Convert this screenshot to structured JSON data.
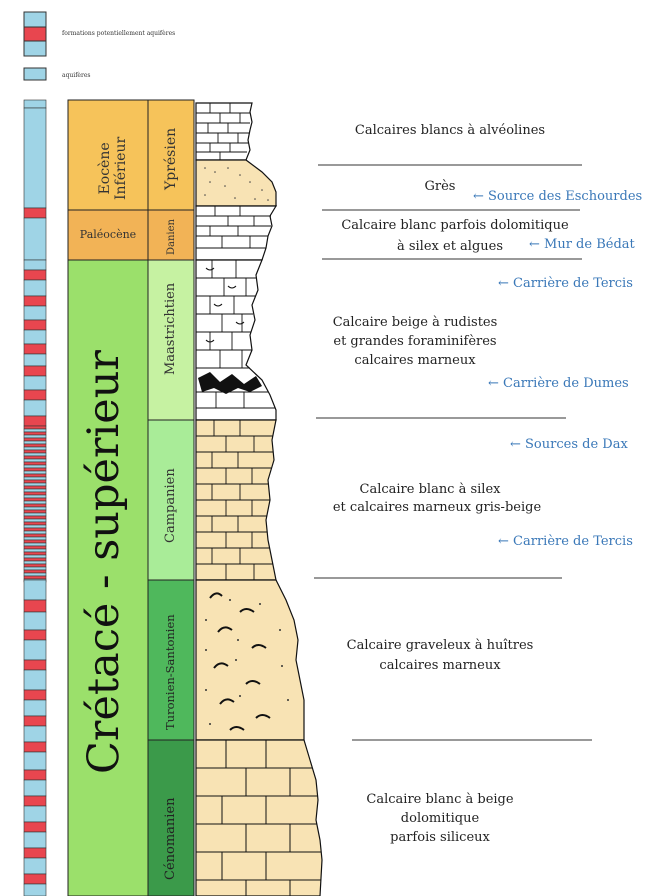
{
  "legend": {
    "aquifer_potential": "formations potentiellement aquifères",
    "aquifer": "aquifères"
  },
  "colors": {
    "aquifer_blue": "#9fd4e6",
    "potential_red": "#e8464f",
    "eocene": "#f6c35a",
    "paleocene": "#f2b356",
    "cretace": "#9be06b",
    "maastrichtien": "#c6f2a2",
    "campanien": "#a9ec98",
    "turonien": "#4fb85c",
    "cenomanien": "#3b9a4a",
    "rock": "#f8e3b4",
    "link": "#3a78b8"
  },
  "column": {
    "eocene": "Eocène",
    "eocene2": "Inférieur",
    "paleocene": "Paléocène",
    "cretace": "Crétacé - supérieur",
    "ypresien": "Yprésien",
    "danien": "Danien",
    "maastrichtien": "Maastrichtien",
    "campanien": "Campanien",
    "turonien": "Turonien-Santonien",
    "cenomanien": "Cénomanien"
  },
  "descriptions": {
    "d1": "Calcaires blancs à alvéolines",
    "d2": "Grès",
    "d3a": "Calcaire blanc parfois dolomitique",
    "d3b": "à silex et algues",
    "d4a": "Calcaire beige à rudistes",
    "d4b": "et grandes foraminifères",
    "d4c": "calcaires marneux",
    "d5a": "Calcaire blanc à silex",
    "d5b": "et calcaires marneux gris-beige",
    "d6a": "Calcaire graveleux à huîtres",
    "d6b": "calcaires marneux",
    "d7a": "Calcaire blanc à beige",
    "d7b": "dolomitique",
    "d7c": "parfois siliceux"
  },
  "sources": {
    "s1": "Source des Eschourdes",
    "s2": "Mur de Bédat",
    "s3": "Carrière de Tercis",
    "s4": "Carrière de Dumes",
    "s5": "Sources de Dax",
    "s6": "Carrière de Tercis"
  }
}
